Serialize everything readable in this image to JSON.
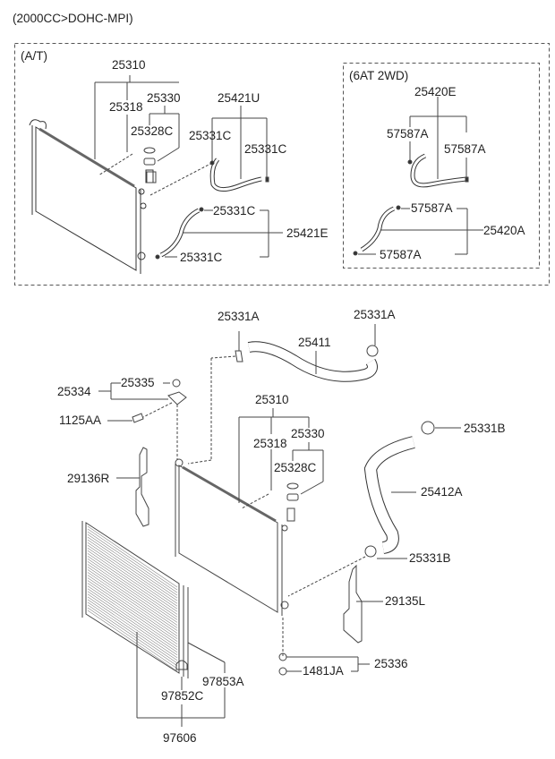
{
  "header": {
    "title": "(2000CC>DOHC-MPI)"
  },
  "at_section": {
    "label": "(A/T)",
    "parts": {
      "radiator_assy": "25310",
      "drain_plug": "25318",
      "cap_assy": "25330",
      "cap_gasket": "25328C",
      "hose_upper": "25421U",
      "clamp_1": "25331C",
      "clamp_2": "25331C",
      "clamp_3": "25331C",
      "clamp_4": "25331C",
      "hose_lower": "25421E"
    }
  },
  "six_at_section": {
    "label": "(6AT 2WD)",
    "parts": {
      "hose_upper": "25420E",
      "clamp_1": "57587A",
      "clamp_2": "57587A",
      "clamp_3": "57587A",
      "clamp_4": "57587A",
      "hose_lower": "25420A"
    }
  },
  "main": {
    "parts": {
      "clamp_a_left": "25331A",
      "clamp_a_right": "25331A",
      "upper_hose": "25411",
      "bracket_assy": "25334",
      "bracket_insulator": "25335",
      "bolt": "1125AA",
      "radiator_assy": "25310",
      "drain_plug": "25318",
      "cap_assy": "25330",
      "cap_gasket": "25328C",
      "clamp_b_top": "25331B",
      "lower_hose": "25412A",
      "clamp_b_bottom": "25331B",
      "air_guard_right": "29136R",
      "air_guard_left": "29135L",
      "mount_insulator": "25336",
      "insulator_lower": "1481JA",
      "condenser_insulator": "97852C",
      "condenser_bracket": "97853A",
      "condenser_assy": "97606"
    }
  }
}
